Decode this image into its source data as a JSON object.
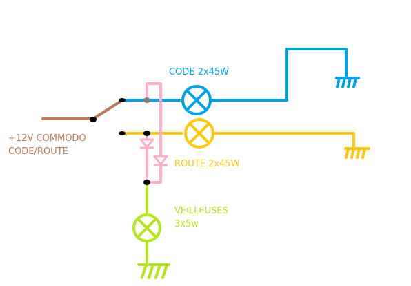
{
  "labels": {
    "commodo_line1": "+12V COMMODO",
    "commodo_line2": "CODE/ROUTE",
    "code": "CODE 2x45W",
    "route": "ROUTE 2x45W",
    "veilleuses_line1": "VEILLEUSES",
    "veilleuses_line2": "3x5w"
  },
  "colors": {
    "commodo": "#b97a57",
    "code": "#00a2e8",
    "route": "#ffc90e",
    "veilleuses": "#b5e61d",
    "diode_wiring": "#ffaec9",
    "junction": "#000000"
  },
  "icons": {
    "lamp": "lamp-cross-circle-icon",
    "ground": "ground-icon",
    "diode": "diode-icon",
    "switch": "switch-icon"
  }
}
